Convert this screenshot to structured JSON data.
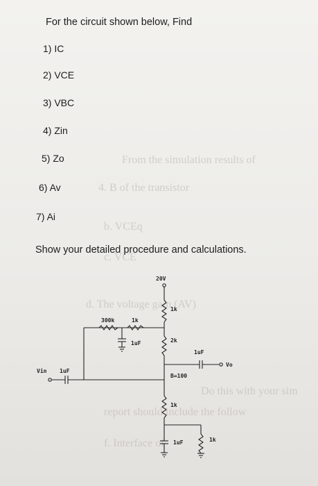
{
  "problem": {
    "title": "For the circuit shown below, Find",
    "questions": [
      "1) IC",
      "2) VCE",
      "3) VBC",
      "4) Zin",
      "5) Zo",
      "6) Av",
      "7) Ai"
    ],
    "instruction": "Show your detailed procedure and calculations."
  },
  "circuit": {
    "supply": "20V",
    "r_collector": "1k",
    "r_bias": "300k",
    "r_bias2": "1k",
    "c_bias": "1uF",
    "r_mid": "2k",
    "c_out": "1uF",
    "output": "Vo",
    "input": "Vin",
    "c_in": "1uF",
    "beta": "B=100",
    "r_emitter": "1k",
    "c_emitter": "1uF",
    "r_load": "1k"
  },
  "background_text": [
    "From the simulation results of",
    "4. B of the transistor",
    "b. VCEq",
    "c. VCE",
    "d. The voltage gain (AV)",
    "Do this with your sim",
    "report should include the follow",
    "f. Interface of"
  ],
  "colors": {
    "ink": "#1d1d1d",
    "paper": "#f3f2ef",
    "wire": "#222222"
  }
}
